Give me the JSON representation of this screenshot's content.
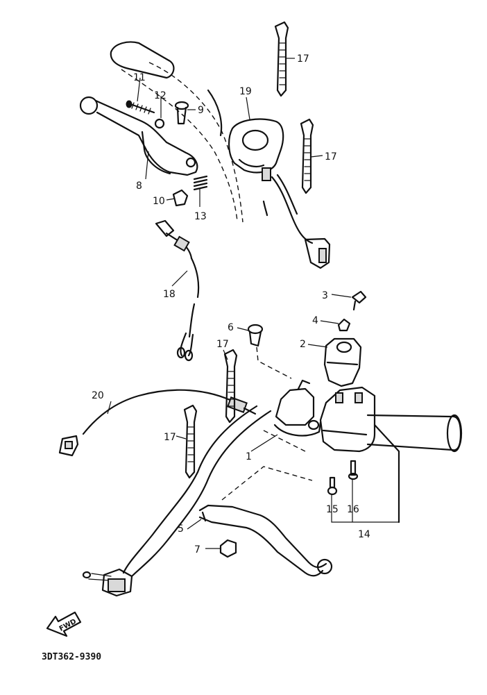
{
  "diagram_code": "3DT362-9390",
  "fwd_label": "FWD",
  "labels": [
    {
      "id": "1",
      "text": "1"
    },
    {
      "id": "2",
      "text": "2"
    },
    {
      "id": "3",
      "text": "3"
    },
    {
      "id": "4",
      "text": "4"
    },
    {
      "id": "5",
      "text": "5"
    },
    {
      "id": "6",
      "text": "6"
    },
    {
      "id": "7",
      "text": "7"
    },
    {
      "id": "8",
      "text": "8"
    },
    {
      "id": "9",
      "text": "9"
    },
    {
      "id": "10",
      "text": "10"
    },
    {
      "id": "11",
      "text": "11"
    },
    {
      "id": "12",
      "text": "12"
    },
    {
      "id": "13",
      "text": "13"
    },
    {
      "id": "14",
      "text": "14"
    },
    {
      "id": "15",
      "text": "15"
    },
    {
      "id": "16",
      "text": "16"
    },
    {
      "id": "17a",
      "text": "17"
    },
    {
      "id": "17b",
      "text": "17"
    },
    {
      "id": "17c",
      "text": "17"
    },
    {
      "id": "17d",
      "text": "17"
    },
    {
      "id": "18",
      "text": "18"
    },
    {
      "id": "19",
      "text": "19"
    },
    {
      "id": "20",
      "text": "20"
    }
  ]
}
